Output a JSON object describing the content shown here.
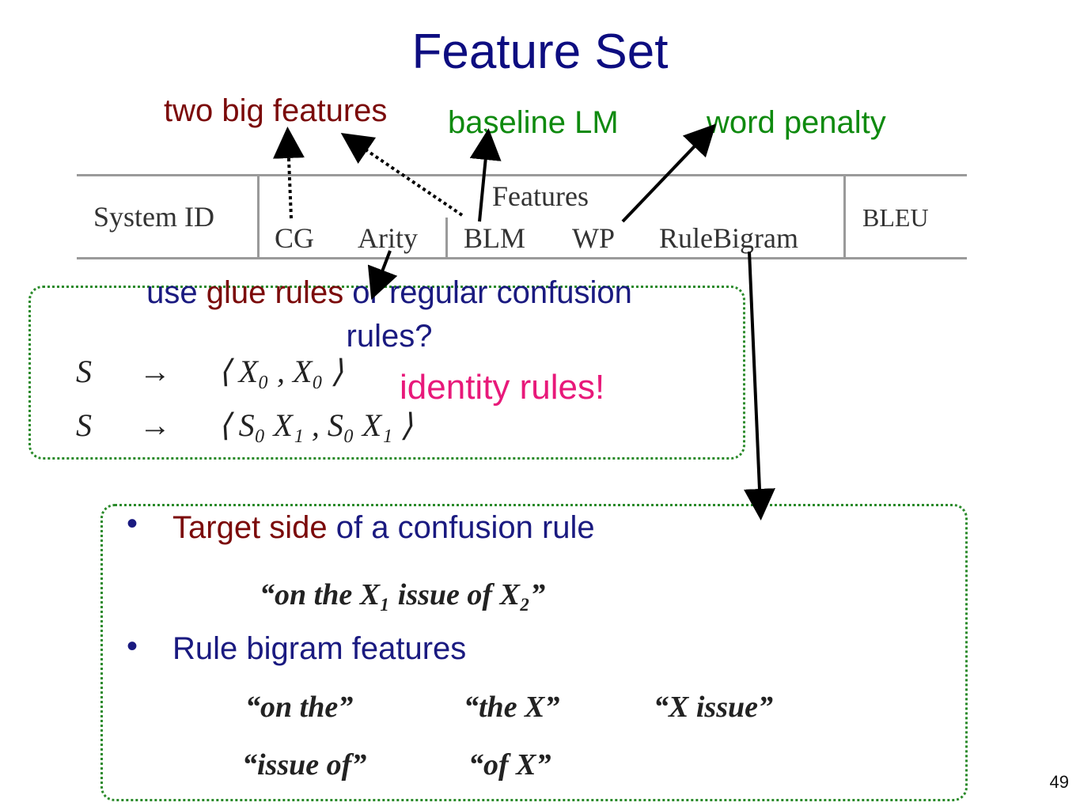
{
  "title": "Feature Set",
  "annotations": {
    "two_big_features": "two big features",
    "baseline_lm": "baseline LM",
    "word_penalty": "word penalty",
    "question_line1_a": "use ",
    "question_line1_b": "glue rules",
    "question_line1_c": " or regular confusion",
    "question_line2": "rules?",
    "identity_rules": "identity rules!"
  },
  "table": {
    "system_id": "System ID",
    "features_header": "Features",
    "columns": [
      "CG",
      "Arity",
      "BLM",
      "WP",
      "RuleBigram"
    ],
    "bleu": "BLEU"
  },
  "glue_rules": {
    "rule1_lhs": "S",
    "rule1_arrow": "→",
    "rule1_rhs": "⟨ X₀ , X₀ ⟩",
    "rule2_lhs": "S",
    "rule2_arrow": "→",
    "rule2_rhs": "⟨ S₀ X₁ , S₀ X₁ ⟩"
  },
  "bullets": {
    "b1_a": "Target side",
    "b1_b": " of a confusion rule",
    "b1_example": "“on the X₁ issue of X₂”",
    "b2": "Rule bigram features",
    "bigrams_row1": [
      "“on the”",
      "“the X”",
      "“X issue”"
    ],
    "bigrams_row2": [
      "“issue of”",
      "“of X”"
    ]
  },
  "page_number": "49",
  "colors": {
    "title": "#0d0d80",
    "dark_red": "#7b0a0a",
    "green": "#0f8a0f",
    "navy": "#1a1a80",
    "pink": "#e8197a",
    "box_border": "#2a8a2a"
  }
}
